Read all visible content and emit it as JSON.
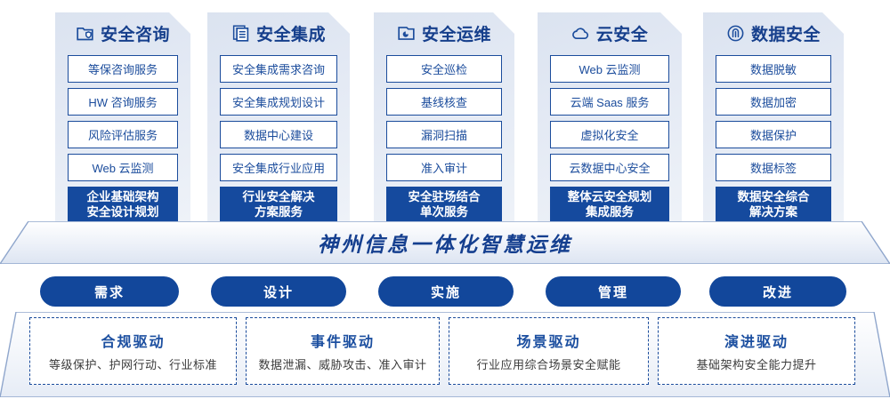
{
  "columns": [
    {
      "icon": "folder-shield-icon",
      "title": "安全咨询",
      "services": [
        "等保咨询服务",
        "HW 咨询服务",
        "风险评估服务",
        "Web 云监测"
      ],
      "summary": [
        "企业基础架构",
        "安全设计规划"
      ]
    },
    {
      "icon": "stacked-documents-icon",
      "title": "安全集成",
      "services": [
        "安全集成需求咨询",
        "安全集成规划设计",
        "数据中心建设",
        "安全集成行业应用"
      ],
      "summary": [
        "行业安全解决",
        "方案服务"
      ]
    },
    {
      "icon": "monitor-pie-icon",
      "title": "安全运维",
      "services": [
        "安全巡检",
        "基线核查",
        "漏洞扫描",
        "准入审计"
      ],
      "summary": [
        "安全驻场结合",
        "单次服务"
      ]
    },
    {
      "icon": "cloud-icon",
      "title": "云安全",
      "services": [
        "Web 云监测",
        "云端 Saas 服务",
        "虚拟化安全",
        "云数据中心安全"
      ],
      "summary": [
        "整体云安全规划",
        "集成服务"
      ]
    },
    {
      "icon": "fingerprint-icon",
      "title": "数据安全",
      "services": [
        "数据脱敏",
        "数据加密",
        "数据保护",
        "数据标签"
      ],
      "summary": [
        "数据安全综合",
        "解决方案"
      ]
    }
  ],
  "banner": {
    "text": "神州信息一体化智慧运维"
  },
  "pills": [
    {
      "label": "需求"
    },
    {
      "label": "设计"
    },
    {
      "label": "实施"
    },
    {
      "label": "管理"
    },
    {
      "label": "改进"
    }
  ],
  "drivers": [
    {
      "title": "合规驱动",
      "subtitle": "等级保护、护网行动、行业标准"
    },
    {
      "title": "事件驱动",
      "subtitle": "数据泄漏、威胁攻击、准入审计"
    },
    {
      "title": "场景驱动",
      "subtitle": "行业应用综合场景安全赋能"
    },
    {
      "title": "演进驱动",
      "subtitle": "基础架构安全能力提升"
    }
  ],
  "colors": {
    "primary": "#154a9e",
    "accent": "#12479b",
    "title": "#163f8c",
    "panel": "#e3e9f4"
  }
}
